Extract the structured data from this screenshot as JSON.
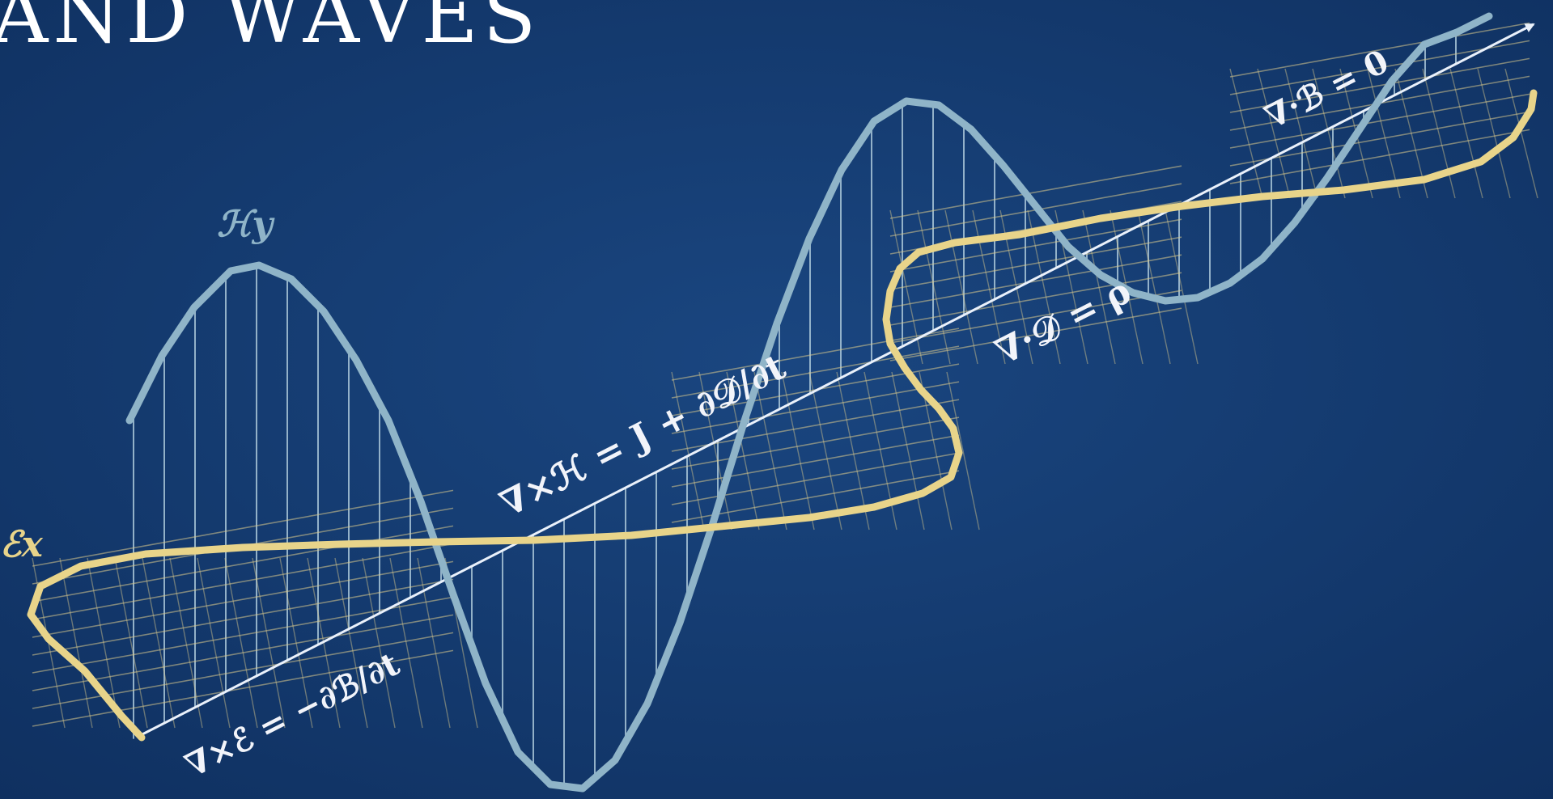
{
  "title": "AND WAVES",
  "wave_labels": {
    "magnetic": "ℋy",
    "electric": "ℰx"
  },
  "equations": {
    "faraday": "∇×ℰ = −∂ℬ/∂t",
    "ampere": "∇×ℋ = J + ∂𝒟/∂t",
    "gauss_electric": "∇·𝒟 = ρ",
    "gauss_magnetic": "∇·ℬ = 0"
  },
  "colors": {
    "background": "#143a6c",
    "magnetic_wave": "#8fb4c8",
    "electric_wave": "#e8d48a",
    "axis": "#eaf1fb"
  }
}
